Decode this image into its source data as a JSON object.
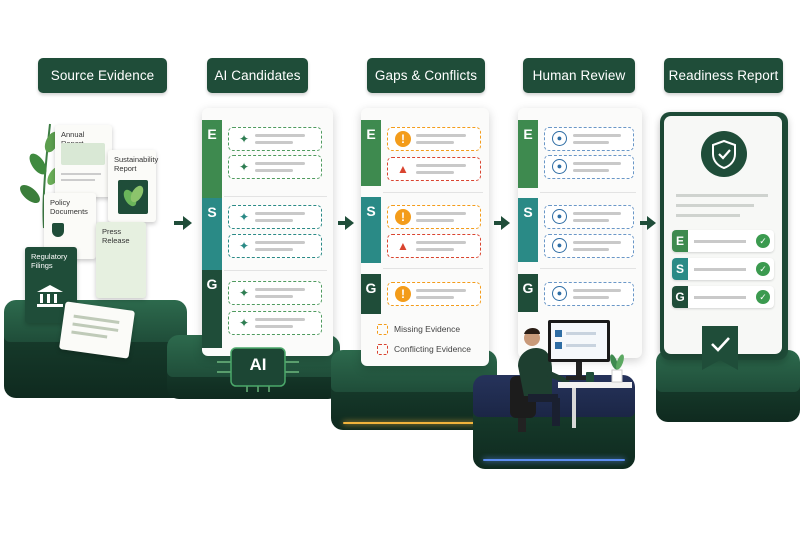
{
  "stages": [
    {
      "label": "Source Evidence"
    },
    {
      "label": "AI Candidates"
    },
    {
      "label": "Gaps & Conflicts"
    },
    {
      "label": "Human Review"
    },
    {
      "label": "Readiness Report"
    }
  ],
  "source_docs": {
    "annual_report": "Annual Report",
    "sustainability_report": "Sustainability Report",
    "policy_documents": "Policy Documents",
    "press_release": "Press Release",
    "regulatory_filings": "Regulatory Filings"
  },
  "esg_letters": {
    "e": "E",
    "s": "S",
    "g": "G"
  },
  "ai_chip": {
    "label": "AI"
  },
  "legend": {
    "missing": "Missing Evidence",
    "conflicting": "Conflicting Evidence"
  },
  "colors": {
    "primary_dark": "#1f4d39",
    "e_green": "#3e8a4f",
    "s_teal": "#2a8a86",
    "g_dark": "#1f4d39",
    "warning": "#f39c1b",
    "alert": "#d9442f",
    "review_blue": "#2e6da4"
  },
  "icons": {
    "source": [
      "document-icon",
      "bank-icon",
      "plant-icon",
      "shield-icon"
    ],
    "candidates": "sparkle-icon",
    "gaps": [
      "warning-icon",
      "alert-triangle-icon"
    ],
    "review": "user-icon",
    "report": [
      "shield-check-icon",
      "check-icon"
    ]
  }
}
